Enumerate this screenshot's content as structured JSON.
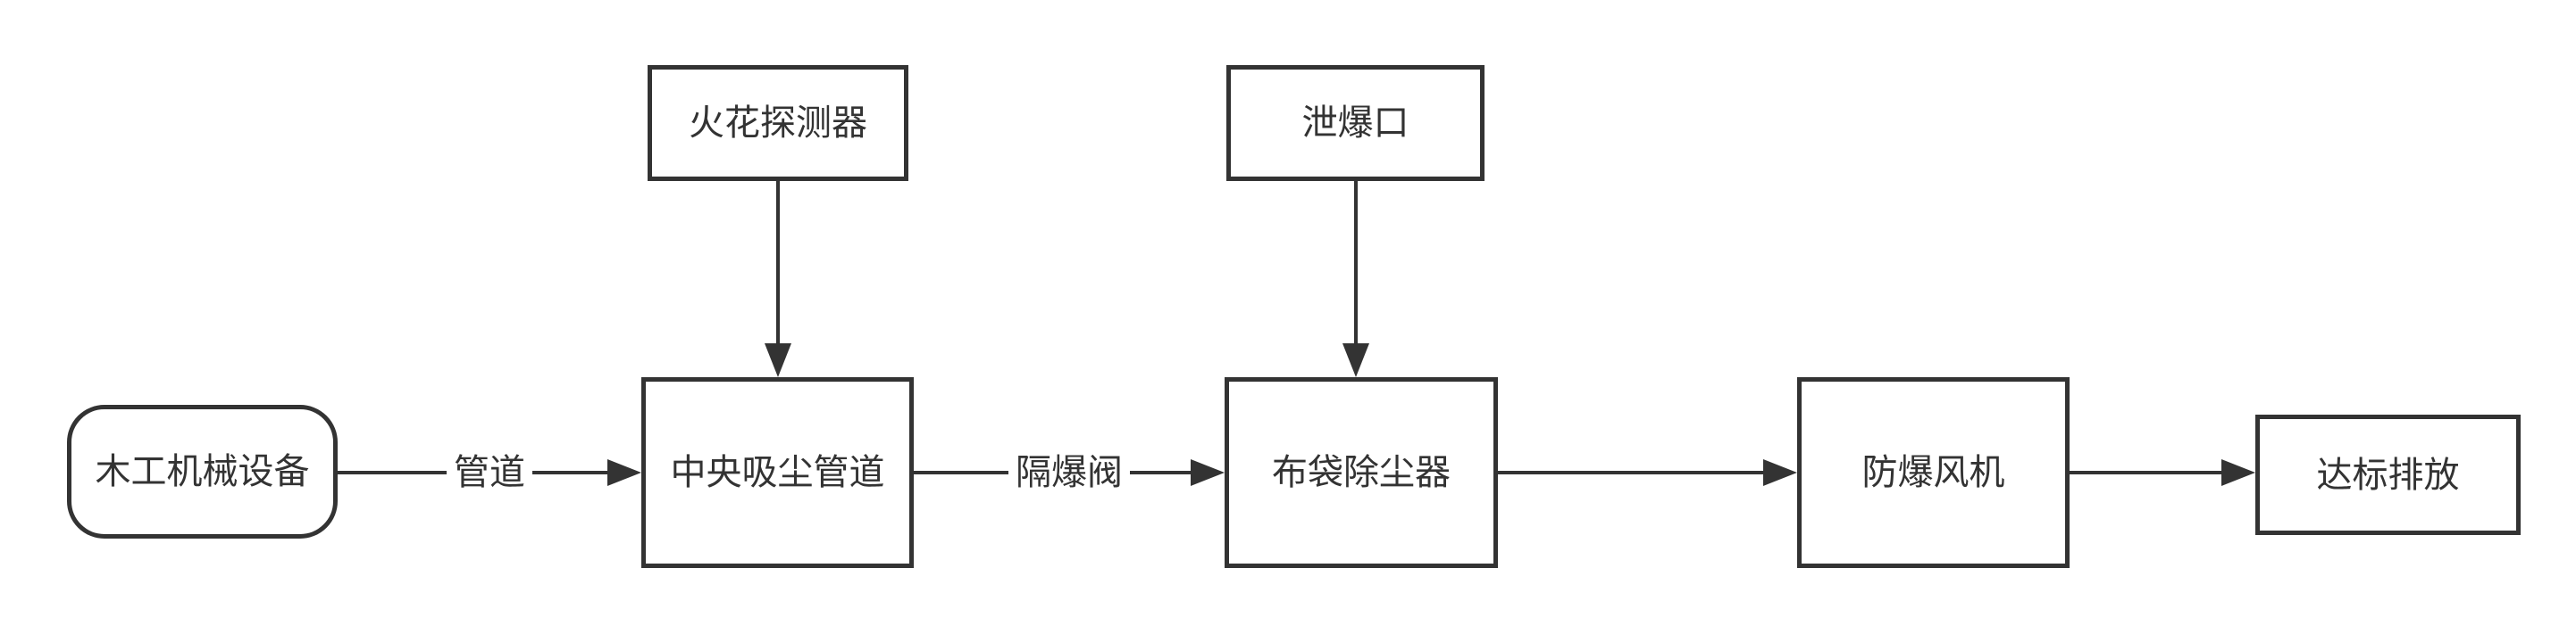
{
  "diagram": {
    "background_color": "#ffffff",
    "stroke_color": "#333333",
    "text_color": "#333333",
    "nodes": [
      {
        "id": "woodworking_equipment",
        "label": "木工机械设备",
        "shape": "stadium"
      },
      {
        "id": "spark_detector",
        "label": "火花探测器",
        "shape": "rectangle"
      },
      {
        "id": "explosion_vent",
        "label": "泄爆口",
        "shape": "rectangle"
      },
      {
        "id": "central_dust_duct",
        "label": "中央吸尘管道",
        "shape": "rectangle"
      },
      {
        "id": "bag_dust_collector",
        "label": "布袋除尘器",
        "shape": "rectangle"
      },
      {
        "id": "explosion_proof_fan",
        "label": "防爆风机",
        "shape": "rectangle"
      },
      {
        "id": "compliant_discharge",
        "label": "达标排放",
        "shape": "rectangle"
      }
    ],
    "edges": [
      {
        "from": "woodworking_equipment",
        "to": "central_dust_duct",
        "label": "管道"
      },
      {
        "from": "spark_detector",
        "to": "central_dust_duct",
        "label": ""
      },
      {
        "from": "explosion_vent",
        "to": "bag_dust_collector",
        "label": ""
      },
      {
        "from": "central_dust_duct",
        "to": "bag_dust_collector",
        "label": "隔爆阀"
      },
      {
        "from": "bag_dust_collector",
        "to": "explosion_proof_fan",
        "label": ""
      },
      {
        "from": "explosion_proof_fan",
        "to": "compliant_discharge",
        "label": ""
      }
    ]
  }
}
